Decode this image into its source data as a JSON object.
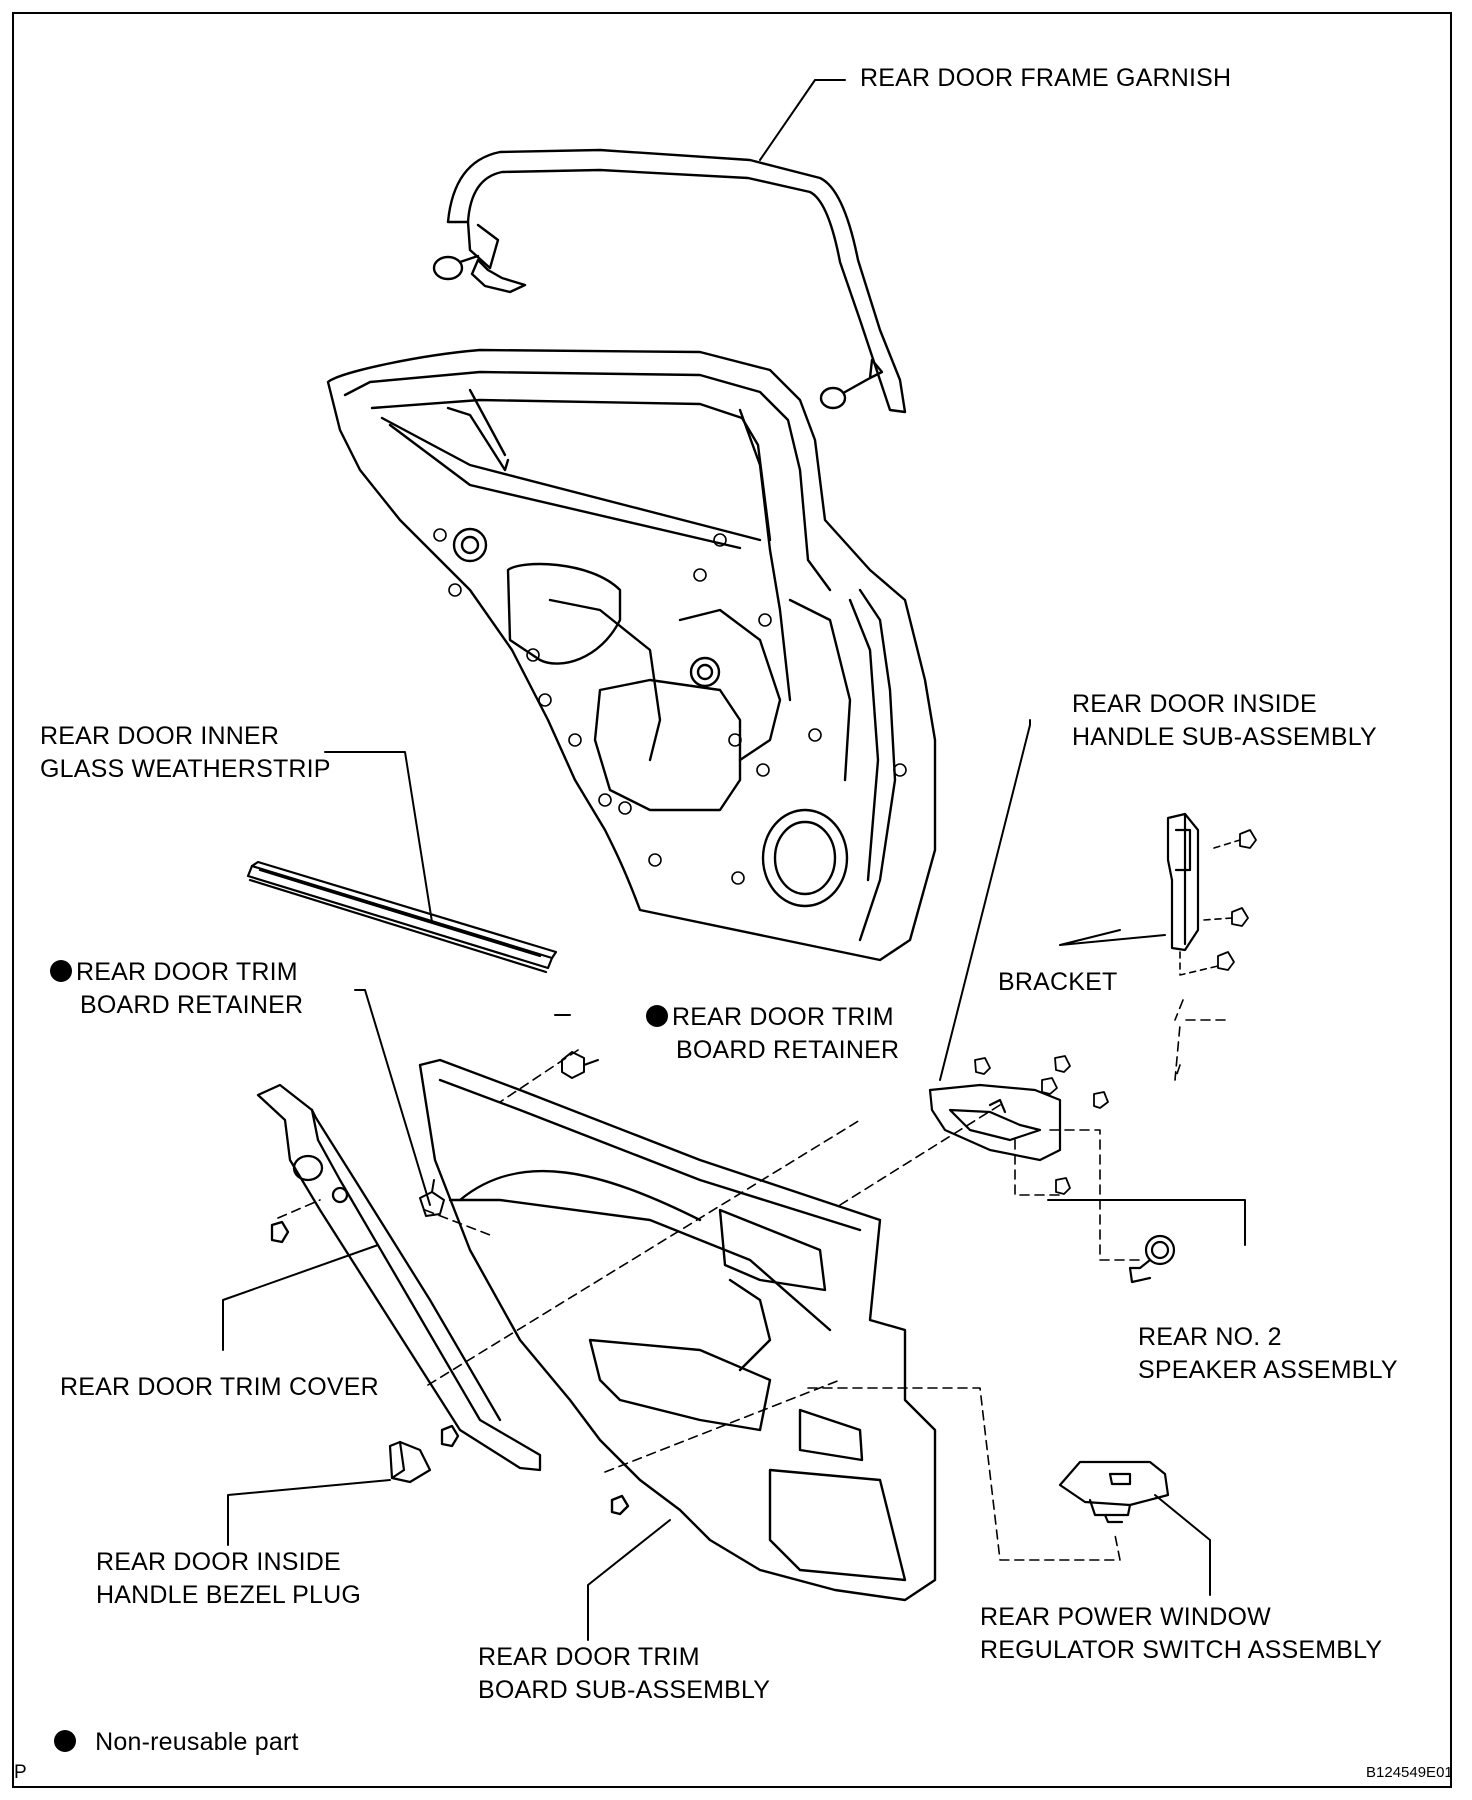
{
  "labels": {
    "frame_garnish": "REAR DOOR FRAME GARNISH",
    "inside_handle_1": "REAR DOOR INSIDE",
    "inside_handle_2": "HANDLE SUB-ASSEMBLY",
    "inner_weatherstrip_1": "REAR DOOR INNER",
    "inner_weatherstrip_2": "GLASS WEATHERSTRIP",
    "retainer_left_1": "REAR DOOR TRIM",
    "retainer_left_2": "BOARD RETAINER",
    "retainer_right_1": "REAR DOOR TRIM",
    "retainer_right_2": "BOARD RETAINER",
    "bracket": "BRACKET",
    "speaker_1": "REAR NO. 2",
    "speaker_2": "SPEAKER ASSEMBLY",
    "trim_cover": "REAR DOOR TRIM COVER",
    "bezel_plug_1": "REAR DOOR INSIDE",
    "bezel_plug_2": "HANDLE BEZEL PLUG",
    "trim_board_1": "REAR DOOR TRIM",
    "trim_board_2": "BOARD SUB-ASSEMBLY",
    "window_switch_1": "REAR POWER WINDOW",
    "window_switch_2": "REGULATOR SWITCH ASSEMBLY"
  },
  "legend": {
    "text": "Non-reusable part"
  },
  "corner_mark": "P",
  "figure_code": "B124549E01",
  "colors": {
    "ink": "#000000",
    "paper": "#ffffff"
  }
}
